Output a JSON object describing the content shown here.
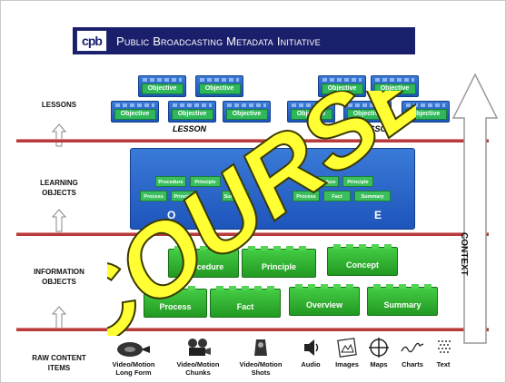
{
  "banner": {
    "logo": "cpb",
    "title": "Public Broadcasting Metadata Initiative"
  },
  "levels": {
    "lessons": "LESSONS",
    "learning_objects": [
      "LEARNING",
      "OBJECTS"
    ],
    "information_objects": [
      "INFORMATION",
      "OBJECTS"
    ],
    "raw_content": [
      "RAW CONTENT",
      "ITEMS"
    ]
  },
  "lesson_block": {
    "objective_label": "Objective",
    "lesson_caption": "LESSON"
  },
  "course_block": {
    "top_row": [
      "Procedure",
      "Principle",
      "Procedure",
      "Principle"
    ],
    "bottom_row": [
      "Process",
      "Principle",
      "Summary",
      "Process",
      "Fact",
      "Summary"
    ],
    "caption_left": "O",
    "caption_right": "E"
  },
  "information_objects": {
    "top_row": [
      "Procedure",
      "Principle",
      "Concept"
    ],
    "bottom_row": [
      "Process",
      "Fact",
      "Overview",
      "Summary"
    ]
  },
  "context_label": "CONTEXT",
  "overlay_word": "COURSE",
  "media": [
    {
      "label": [
        "Video/Motion",
        "Long Form"
      ],
      "icon": "film-reel-icon"
    },
    {
      "label": [
        "Video/Motion",
        "Chunks"
      ],
      "icon": "film-camera-icon"
    },
    {
      "label": [
        "Video/Motion",
        "Shots"
      ],
      "icon": "film-strip-icon"
    },
    {
      "label": [
        "Audio",
        ""
      ],
      "icon": "speaker-icon"
    },
    {
      "label": [
        "Images",
        ""
      ],
      "icon": "image-icon"
    },
    {
      "label": [
        "Maps",
        ""
      ],
      "icon": "crosshair-map-icon"
    },
    {
      "label": [
        "Charts",
        ""
      ],
      "icon": "chart-line-icon"
    },
    {
      "label": [
        "Text",
        ""
      ],
      "icon": "text-dots-icon"
    }
  ],
  "colors": {
    "banner": "#1a1f6b",
    "blue_block": "#1b55b8",
    "green_block": "#229922",
    "rule": "#b83a3a",
    "overlay_fill": "#ffff33"
  }
}
